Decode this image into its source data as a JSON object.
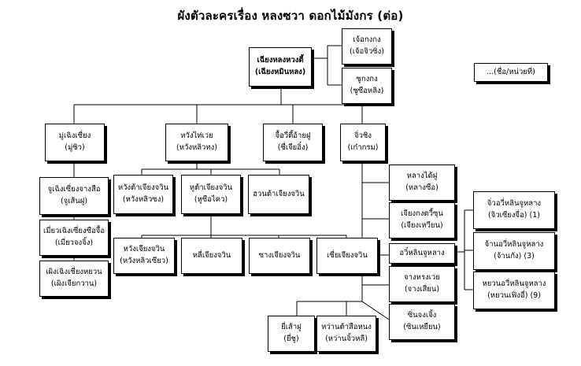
{
  "title": "ผังตัวละครเรื่อง หลงซวา ดอกไม้มังกร (ต่อ)",
  "legend": "...(ชื่อ/หน่วยที่)",
  "nodes": {
    "root": {
      "l1": "เฉียงหลงหวงตี้",
      "l2": "(เฉียงหมินหลง)"
    },
    "wife1": {
      "l1": "เจ้อกงกง",
      "l2": "(เจ้อจิวซิ่ง)"
    },
    "wife2": {
      "l1": "ซูกงกง",
      "l2": "(ซูซือหลิง)"
    },
    "c1": {
      "l1": "มู่เฉิงเซี่ยง",
      "l2": "(มู่ซิว)"
    },
    "c2": {
      "l1": "หวังไท่เว่ย",
      "l2": "(หวังหลิวทง)"
    },
    "c3": {
      "l1": "จื้อวี่ตี้อ้ายฝู",
      "l2": "(ซื่เจียอิ๋ง)"
    },
    "c4": {
      "l1": "จิ่วชิง",
      "l2": "(เก๋ากรม)"
    },
    "m1": {
      "l1": "จูเฉิงเซี่ยงจางสือ",
      "l2": "(จูเส้นฝู)"
    },
    "m2": {
      "l1": "เมี่ยวเฉิงเซี่ยงซือจื้อ",
      "l2": "(เมี่ยวจงจิ้ง)"
    },
    "m3": {
      "l1": "เผิงเฉิงเซี่ยงหยวน",
      "l2": "(เผิงเจียกวาน)"
    },
    "h1": {
      "l1": "หวังต้าเจียงจวิน",
      "l2": "(หวังหลิวซง)"
    },
    "h2": {
      "l1": "หูต้าเจียงจวิน",
      "l2": "(หูซือไคว)"
    },
    "h3": {
      "l1": "ฮวนต้าเจียงจวิน",
      "l2": ""
    },
    "g1": {
      "l1": "หวังเจียงจวิน",
      "l2": "(หวังหลิวเซียว)"
    },
    "g2": {
      "l1": "หลี่เจียงจวิน",
      "l2": ""
    },
    "g3": {
      "l1": "ซางเจียงจวิน",
      "l2": ""
    },
    "g4": {
      "l1": "เซี่ยเจียงจวิน",
      "l2": ""
    },
    "k1": {
      "l1": "หลางได้ฝู",
      "l2": "(หลางซือ)"
    },
    "k2": {
      "l1": "เจียงกงตวี้ซุน",
      "l2": "(เจียงเหวียน)"
    },
    "k3": {
      "l1": "อวิ๋หลินจูหลาง",
      "l2": ""
    },
    "k4": {
      "l1": "จางหรงเว่ย",
      "l2": "(จางเสียน)"
    },
    "k5": {
      "l1": "ซิ่นจงเจิ้ง",
      "l2": "(ซินเหยียน)"
    },
    "s1": {
      "l1": "จิ่วอวี่หลินจูหลาง",
      "l2": "(จิวเซียงจื่อ) (1)"
    },
    "s2": {
      "l1": "จ้านอวี่หลินจูหลาง",
      "l2": "(จ้านกัง) (3)"
    },
    "s3": {
      "l1": "หยวนอวี่หลินจูหลาง",
      "l2": "(หยวนเฟิงอี่) (9)"
    },
    "b1": {
      "l1": "ยี่เส้าฝู",
      "l2": "(ยี่ชู)"
    },
    "b2": {
      "l1": "หว่านต้าสือหนง",
      "l2": "(หว่านจิ้วหลี)"
    }
  }
}
